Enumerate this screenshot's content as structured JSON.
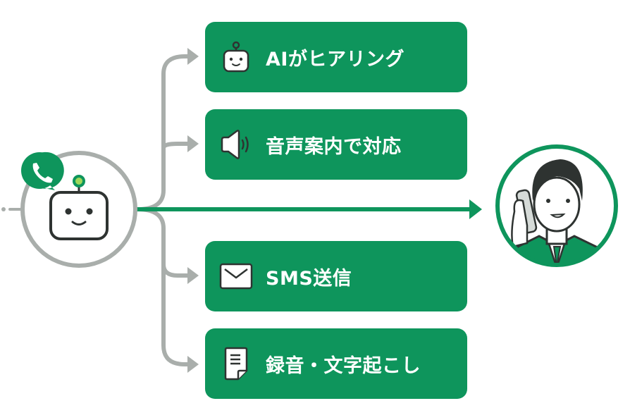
{
  "colors": {
    "primary": "#0e955c",
    "connector": "#a9aeab",
    "ink": "#2e3331",
    "robot_light": "#9fd85a"
  },
  "source": {
    "name": "AI voice robot",
    "badge_icon": "phone-icon",
    "icon": "robot-icon"
  },
  "target": {
    "name": "operator",
    "icon": "person-on-phone-icon"
  },
  "options": [
    {
      "label": "AIがヒアリング",
      "icon": "robot-icon"
    },
    {
      "label": "音声案内で対応",
      "icon": "speaker-icon"
    },
    {
      "label": "SMS送信",
      "icon": "mail-icon"
    },
    {
      "label": "録音・文字起こし",
      "icon": "document-icon"
    }
  ]
}
